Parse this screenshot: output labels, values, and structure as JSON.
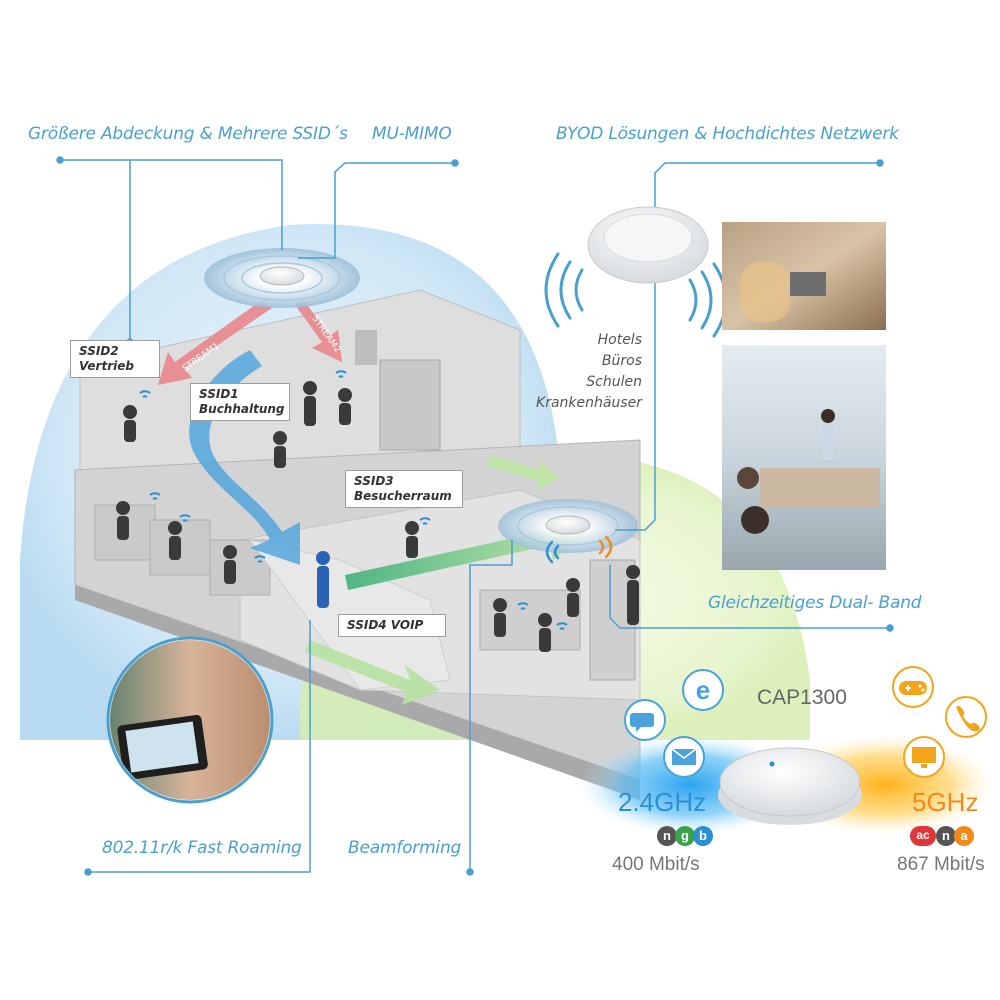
{
  "labels": {
    "coverage": "Größere Abdeckung & Mehrere SSID´s",
    "mumimo": "MU-MIMO",
    "byod": "BYOD Lösungen & Hochdichtes Netzwerk",
    "dualband": "Gleichzeitiges Dual- Band",
    "roaming": "802.11r/k Fast Roaming",
    "beamforming": "Beamforming"
  },
  "ssids": {
    "ssid2": "SSID2\nVertrieb",
    "ssid1": "SSID1\nBuchhaltung",
    "ssid3": "SSID3\nBesucherraum",
    "ssid4": "SSID4 VOIP"
  },
  "streams": {
    "stream1": "STREAM1",
    "stream2": "STREAM2"
  },
  "use_cases": [
    "Hotels",
    "Büros",
    "Schulen",
    "Krankenhäuser"
  ],
  "product": {
    "model": "CAP1300",
    "band_24": {
      "freq": "2.4GHz",
      "rate": "400 Mbit/s",
      "badges": [
        "n",
        "g",
        "b"
      ],
      "color": "#2b8fd1"
    },
    "band_5": {
      "freq": "5GHz",
      "rate": "867 Mbit/s",
      "badges": [
        "ac",
        "n",
        "a"
      ],
      "color": "#f28a1b"
    }
  },
  "icons": {
    "left": [
      "chat-bubble-icon",
      "internet-explorer-icon",
      "email-icon"
    ],
    "right": [
      "gamepad-icon",
      "phone-icon",
      "monitor-icon"
    ]
  },
  "colors": {
    "label_blue": "#4a9fd0",
    "stream_red": "#e8868a",
    "beam_blue": "#4aa3dc",
    "beam_green": "#5cc08a",
    "orange": "#f28a1b"
  }
}
